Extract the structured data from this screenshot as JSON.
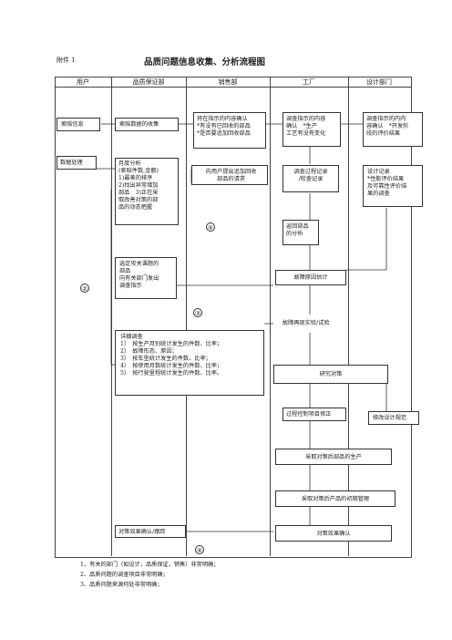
{
  "header": {
    "attachment": "附件 1",
    "title": "品质问题信息收集、分析流程图"
  },
  "columns": [
    "用户",
    "品质保证部",
    "销售部",
    "工厂",
    "设计部门"
  ],
  "boxes": {
    "suoPei": "索赔信息",
    "shouJi": "索赔数据的收集",
    "xiaoShou1": "将在指示的内容确认\n*有没有已回收的部品\n*是否要追加回收部品",
    "gongChang1": "调查指示的内容\n确认　*生产\n工艺有没有变化",
    "sheJi1": "调查指示的内内\n容确认　*开发阶\n段的评价结果",
    "shuJu": "数据处理",
    "yueDu": "月度分析\n(索赔件数,金额)\n1)最差的排序\n2)找出异常增加\n部品　3)正在采\n取改善对策的部\n品的动态把握",
    "xiaoShou2": "向用户提出追加回收\n部品的请求",
    "gongChang2": "调查过程记录\n/检查记录",
    "sheJi2": "设计记录\n*性能评价结果\n及可靠性评价结\n果的调查",
    "fanHui": "返回部品\n的分析",
    "xuanDing": "选定攻关课题的\n部品\n向有关部门发出\n调查指示",
    "guZhang": "故障原因估计",
    "zaiXian": "故障再现实验/试验",
    "xiangXi": "详细调查\n1）　按生产月别统计发生的件数、比率；\n2）　故障形态、原因；\n3）　按车型统计发生的件数、比率；\n4）　按使用月数统计发生的件数、比率；\n5）　按行驶里程统计发生的件数、比率。",
    "yanJiu": "研究对策",
    "guoCheng": "过程控制项目修正",
    "xiuGai": "修改设计规范",
    "caiQu": "采取对策后部品的生产",
    "chuQi": "采取对策后产品的初期管理",
    "queRenQA": "对策效果确认/跟踪",
    "queRen": "对策效果确认"
  },
  "markers": {
    "m4a": "④",
    "m2": "②",
    "m3": "③",
    "m4b": "④"
  },
  "notes": [
    "1、有关的部门（如设计，品质保证，销售）非常明确；",
    "2、品质问题的调查项目非常明确；",
    "3、品质问题来源何处非常明确；"
  ]
}
